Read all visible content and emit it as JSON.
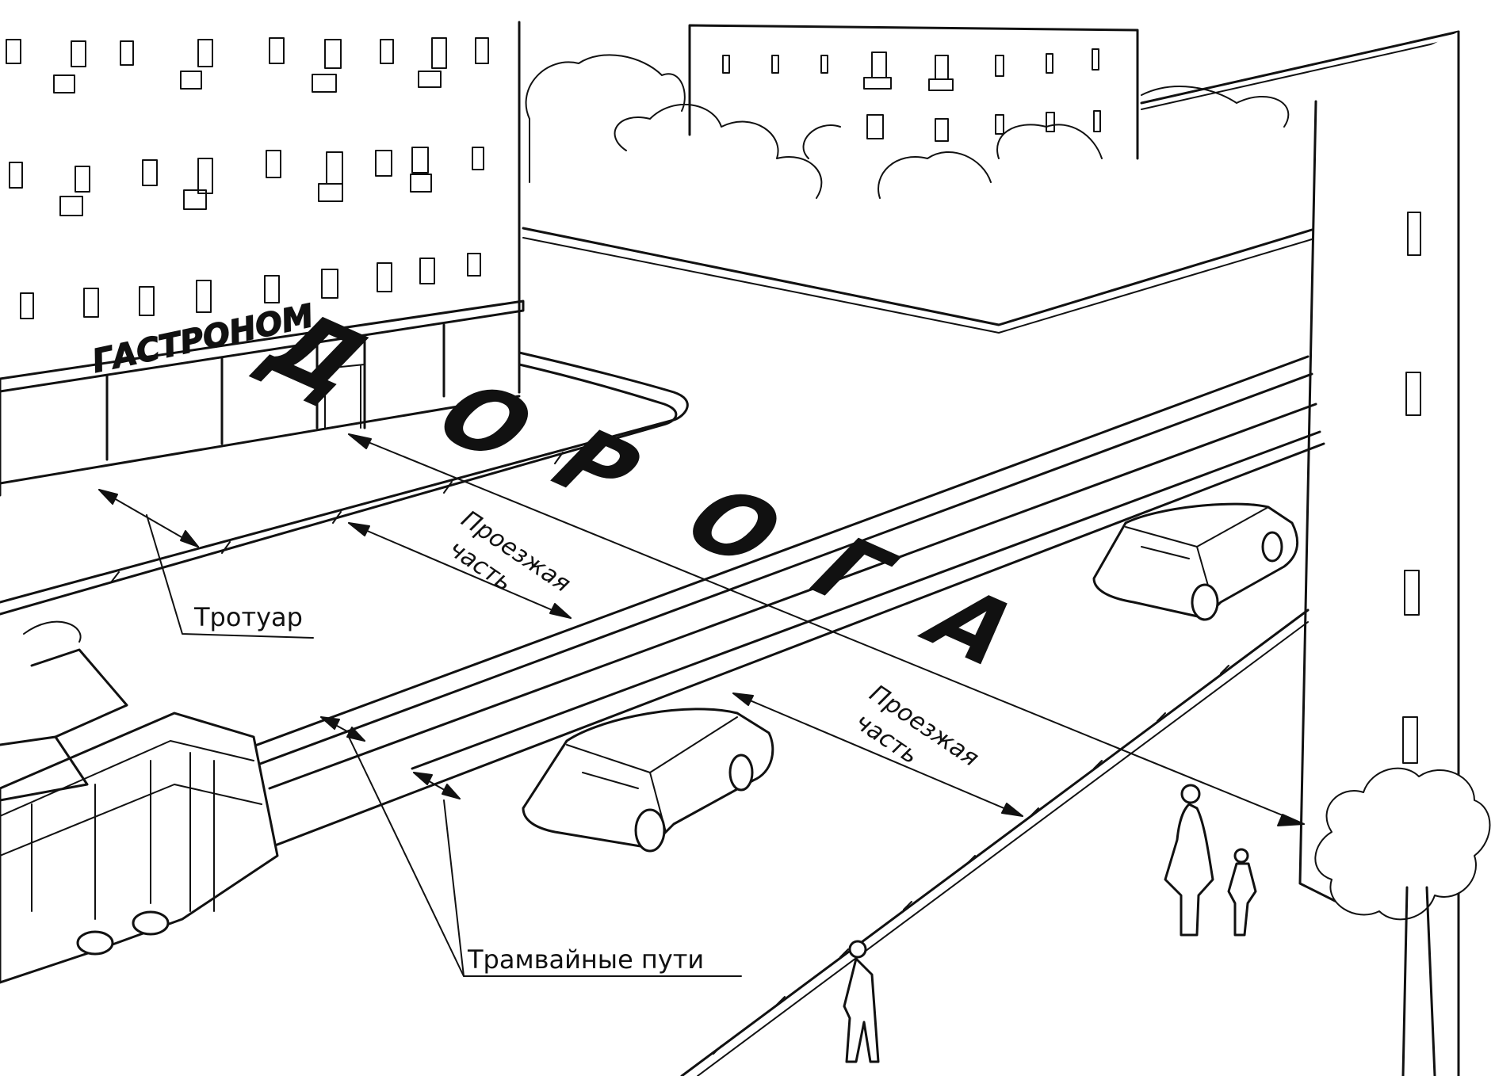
{
  "illustration": {
    "shop_sign": "ГАСТРОНОМ",
    "road_word_letters": [
      "Д",
      "О",
      "Р",
      "О",
      "Г",
      "А"
    ],
    "labels": {
      "carriageway_upper": [
        "Проезжая",
        "часть"
      ],
      "carriageway_lower": [
        "Проезжая",
        "часть"
      ],
      "sidewalk": "Тротуар",
      "tram_tracks": "Трамвайные пути"
    }
  },
  "colors": {
    "ink": "#111111",
    "paper": "#ffffff"
  }
}
